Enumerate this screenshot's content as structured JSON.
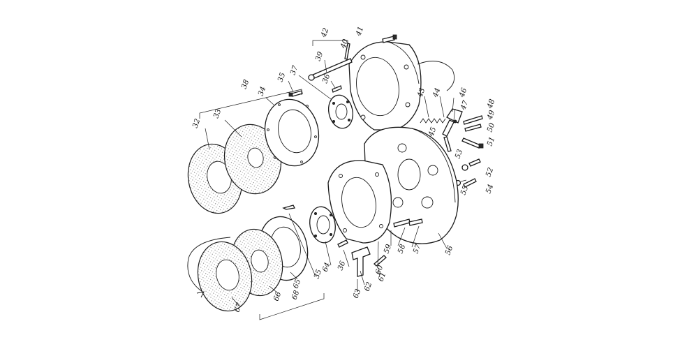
{
  "diagram": {
    "part_numbers": [
      "32",
      "33",
      "34",
      "35",
      "36",
      "37",
      "38",
      "39",
      "40",
      "41",
      "42",
      "43",
      "44",
      "45",
      "46",
      "47",
      "48",
      "49",
      "50",
      "51",
      "52",
      "53",
      "54",
      "55",
      "56",
      "57",
      "58",
      "59",
      "60",
      "61",
      "62",
      "63",
      "64",
      "65",
      "66",
      "67",
      "68",
      "35",
      "36"
    ]
  },
  "colors": {
    "ink": "#1a1a1a",
    "paper": "#ffffff"
  }
}
